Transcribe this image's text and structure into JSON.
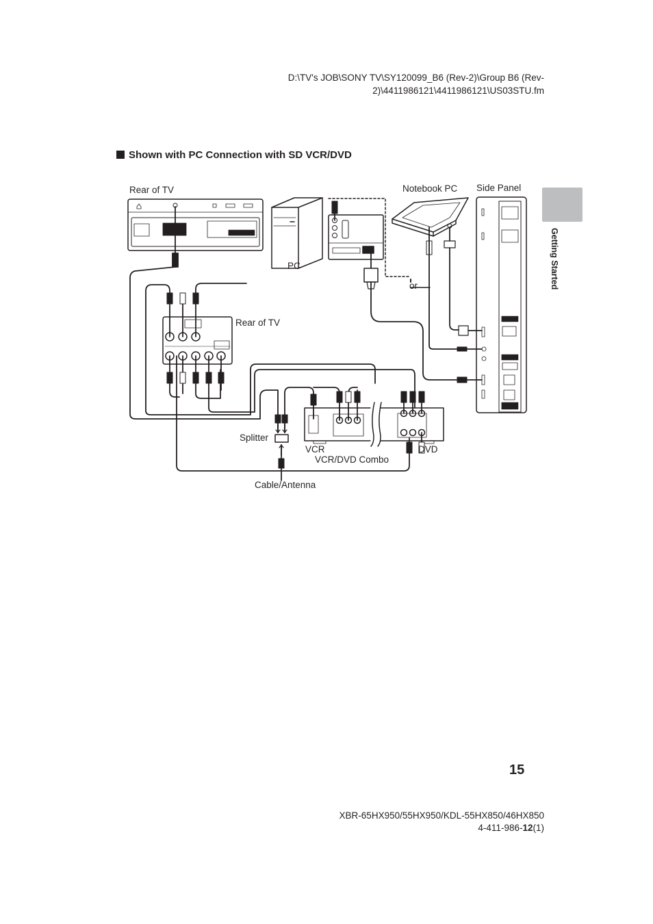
{
  "header": {
    "file_path_line1": "D:\\TV's JOB\\SONY TV\\SY120099_B6 (Rev-2)\\Group B6 (Rev-",
    "file_path_line2": "2)\\4411986121\\4411986121\\US03STU.fm"
  },
  "section": {
    "title": "Shown with PC Connection with SD VCR/DVD",
    "tab_label": "Getting Started"
  },
  "diagram_labels": {
    "rear_of_tv_top": "Rear of TV",
    "notebook_pc": "Notebook PC",
    "side_panel": "Side Panel",
    "pc": "PC",
    "or": "or",
    "rear_of_tv_middle": "Rear of TV",
    "splitter": "Splitter",
    "vcr": "VCR",
    "dvd": "DVD",
    "vcr_dvd_combo": "VCR/DVD Combo",
    "cable_antenna": "Cable/Antenna"
  },
  "footer": {
    "page_number": "15",
    "model_line": "XBR-65HX950/55HX950/KDL-55HX850/46HX850",
    "part_number_prefix": "4-411-986-",
    "part_number_bold": "12",
    "part_number_suffix": "(1)"
  },
  "colors": {
    "text": "#231f20",
    "tab_gray": "#bcbec0",
    "line": "#231f20"
  }
}
